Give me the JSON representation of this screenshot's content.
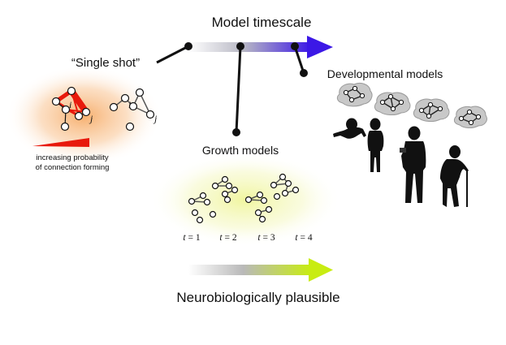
{
  "labels": {
    "top_arrow": "Model timescale",
    "bottom_arrow": "Neurobiologically plausible",
    "single_shot": "“Single shot”",
    "developmental": "Developmental models",
    "growth": "Growth models",
    "probability_line1": "increasing probability",
    "probability_line2": "of connection forming"
  },
  "node_labels": {
    "i": "i",
    "j": "j"
  },
  "time_steps": [
    {
      "t": "t",
      "eq": " = 1"
    },
    {
      "t": "t",
      "eq": " = 2"
    },
    {
      "t": "t",
      "eq": " = 3"
    },
    {
      "t": "t",
      "eq": " = 4"
    }
  ],
  "colors": {
    "top_arrow_gradient": [
      "#ffffff",
      "#3c18e6"
    ],
    "bottom_arrow_gradient": [
      "#ffffff",
      "#c8ec12"
    ],
    "red": "#e8190c",
    "orange_glow": "#f6a05a",
    "yellow_glow": "#eef59a",
    "silhouette": "#111111",
    "brain": "#bdbdbd"
  },
  "icons": [
    "baby-silhouette",
    "child-silhouette",
    "adult-silhouette",
    "elder-silhouette",
    "brain-network-icon"
  ]
}
